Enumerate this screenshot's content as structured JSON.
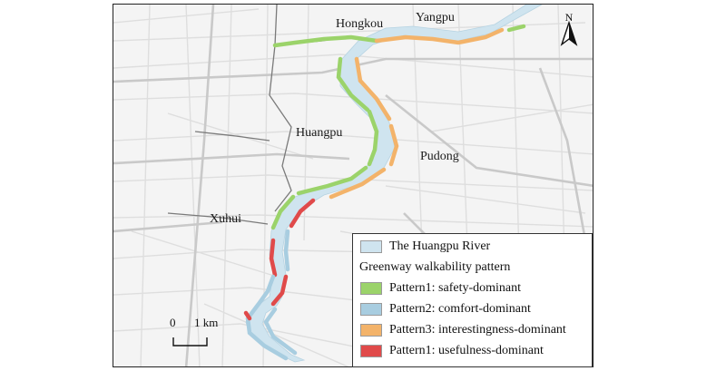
{
  "districts": {
    "hongkou": "Hongkou",
    "yangpu": "Yangpu",
    "huangpu": "Huangpu",
    "pudong": "Pudong",
    "xuhui": "Xuhui"
  },
  "north_arrow": {
    "letter": "N",
    "icon": "north-arrow-icon"
  },
  "scale_bar": {
    "zero": "0",
    "distance": "1 km"
  },
  "legend": {
    "river": {
      "label": "The Huangpu River",
      "color": "#cfe4ef"
    },
    "title": "Greenway walkability pattern",
    "patterns": [
      {
        "label": "Pattern1: safety-dominant",
        "color": "#9bd36a"
      },
      {
        "label": "Pattern2: comfort-dominant",
        "color": "#a8cde0"
      },
      {
        "label": "Pattern3: interestingness-dominant",
        "color": "#f3b36a"
      },
      {
        "label": "Pattern1: usefulness-dominant",
        "color": "#e04a4a"
      }
    ]
  },
  "colors": {
    "road_major": "#c9c9c9",
    "road_minor": "#dedede",
    "district_boundary": "#7a7a7a",
    "map_background": "#f4f4f4"
  }
}
